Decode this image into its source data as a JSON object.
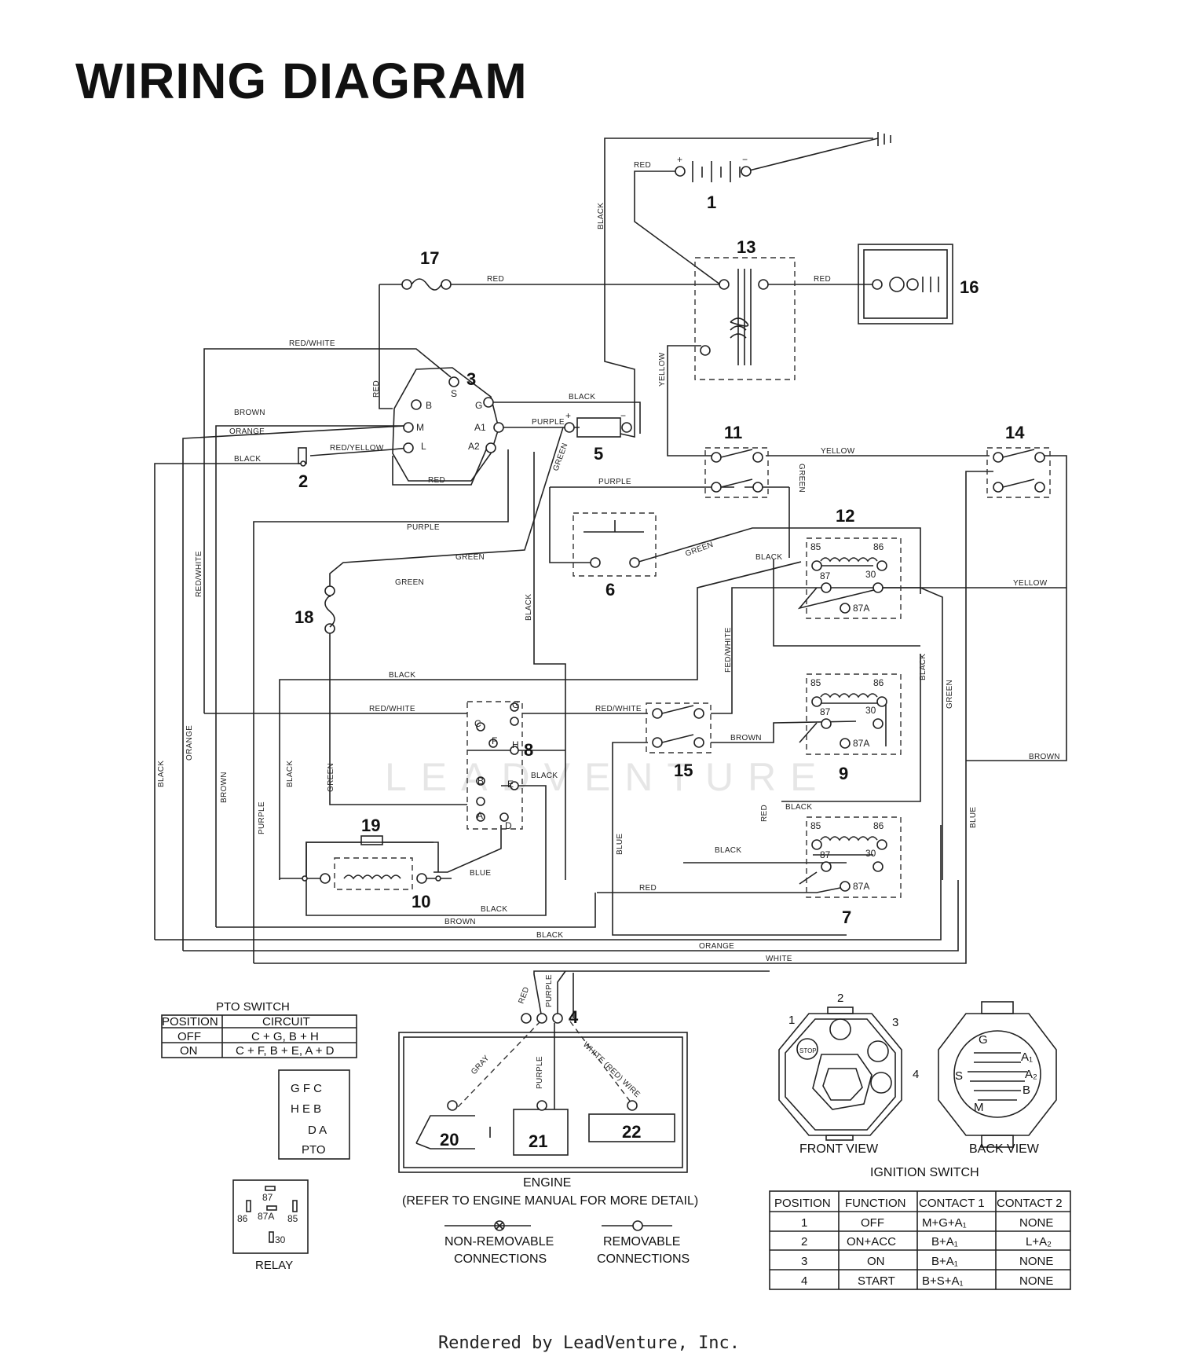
{
  "title": "WIRING DIAGRAM",
  "footer": "Rendered by LeadVenture, Inc.",
  "watermark": "LEADVENTURE",
  "components": {
    "c1": "1",
    "c2": "2",
    "c3": "3",
    "c4": "4",
    "c5": "5",
    "c6": "6",
    "c7": "7",
    "c8": "8",
    "c9": "9",
    "c10": "10",
    "c11": "11",
    "c12": "12",
    "c13": "13",
    "c14": "14",
    "c15": "15",
    "c16": "16",
    "c17": "17",
    "c18": "18",
    "c19": "19",
    "c20": "20",
    "c21": "21",
    "c22": "22"
  },
  "wire_labels": {
    "red": "RED",
    "black": "BLACK",
    "yellow": "YELLOW",
    "green": "GREEN",
    "purple": "PURPLE",
    "red_white": "RED/WHITE",
    "brown": "BROWN",
    "orange": "ORANGE",
    "red_yellow": "RED/YELLOW",
    "blue": "BLUE",
    "white": "WHITE",
    "gray": "GRAY",
    "white_red": "WHITE (RED) WIRE",
    "fed_white": "FED/WHITE"
  },
  "pins": {
    "plus": "+",
    "minus": "−",
    "B": "B",
    "S": "S",
    "G": "G",
    "M": "M",
    "L": "L",
    "A1": "A1",
    "A2": "A2",
    "C": "C",
    "F": "F",
    "H": "H",
    "E": "E",
    "A": "A",
    "D": "D",
    "r85": "85",
    "r86": "86",
    "r87": "87",
    "r30": "30",
    "r87A": "87A"
  },
  "pto_switch": {
    "title": "PTO SWITCH",
    "headers": [
      "POSITION",
      "CIRCUIT"
    ],
    "rows": [
      [
        "OFF",
        "C + G, B + H"
      ],
      [
        "ON",
        "C + F, B + E, A + D"
      ]
    ],
    "legend_rows": [
      "G F C",
      "H E B",
      "D A"
    ],
    "legend_label": "PTO"
  },
  "relay_legend": {
    "label": "RELAY"
  },
  "engine": {
    "title": "ENGINE",
    "note": "(REFER TO ENGINE MANUAL FOR MORE DETAIL)"
  },
  "connections": {
    "non_removable": "NON-REMOVABLE",
    "removable": "REMOVABLE",
    "connections": "CONNECTIONS"
  },
  "ignition": {
    "front_view": "FRONT VIEW",
    "back_view": "BACK VIEW",
    "title": "IGNITION SWITCH",
    "positions": [
      "1",
      "2",
      "3",
      "4"
    ],
    "stop": "STOP",
    "headers": [
      "POSITION",
      "FUNCTION",
      "CONTACT 1",
      "CONTACT 2"
    ],
    "rows": [
      [
        "1",
        "OFF",
        "M+G+A₁",
        "NONE"
      ],
      [
        "2",
        "ON+ACC",
        "B+A₁",
        "L+A₂"
      ],
      [
        "3",
        "ON",
        "B+A₁",
        "NONE"
      ],
      [
        "4",
        "START",
        "B+S+A₁",
        "NONE"
      ]
    ],
    "back_pins": {
      "G": "G",
      "A1": "A₁",
      "A2": "A₂",
      "S": "S",
      "B": "B",
      "M": "M"
    }
  }
}
